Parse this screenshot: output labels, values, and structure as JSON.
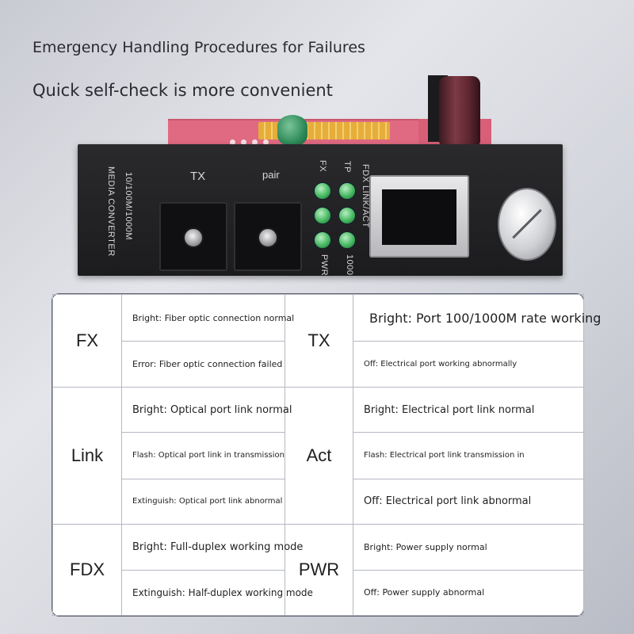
{
  "headings": {
    "title": "Emergency Handling Procedures for Failures",
    "subtitle": "Quick self-check is more convenient"
  },
  "device": {
    "side_label_line1": "10/100M/1000M",
    "side_label_line2": "MEDIA CONVERTER",
    "port_tx": "TX",
    "port_pair": "pair",
    "led_fx": "FX",
    "led_tp": "TP",
    "led_fdx_link": "FDX LINK/ACT",
    "led_pwr": "PWR",
    "led_1000": "1000"
  },
  "legend": {
    "fx": {
      "key": "FX",
      "row1": "Bright: Fiber optic connection normal",
      "row2": "Error: Fiber optic connection failed"
    },
    "tx": {
      "key": "TX",
      "row1": "Bright: Port 100/1000M rate working",
      "row2": "Off: Electrical port working abnormally"
    },
    "link": {
      "key": "Link",
      "row1": "Bright: Optical port link normal",
      "row2": "Flash: Optical port link in transmission",
      "row3": "Extinguish: Optical port link abnormal"
    },
    "act": {
      "key": "Act",
      "row1": "Bright: Electrical port link normal",
      "row2": "Flash: Electrical port link transmission in",
      "row3": "Off: Electrical port link abnormal"
    },
    "fdx": {
      "key": "FDX",
      "row1": "Bright: Full-duplex working mode",
      "row2": "Extinguish: Half-duplex working mode"
    },
    "pwr": {
      "key": "PWR",
      "row1": "Bright: Power supply normal",
      "row2": "Off: Power supply abnormal"
    }
  },
  "colors": {
    "panel": "#1c1c1e",
    "pcb": "#e06a82",
    "led_green": "#46b860",
    "table_border": "#b5b8c2"
  }
}
